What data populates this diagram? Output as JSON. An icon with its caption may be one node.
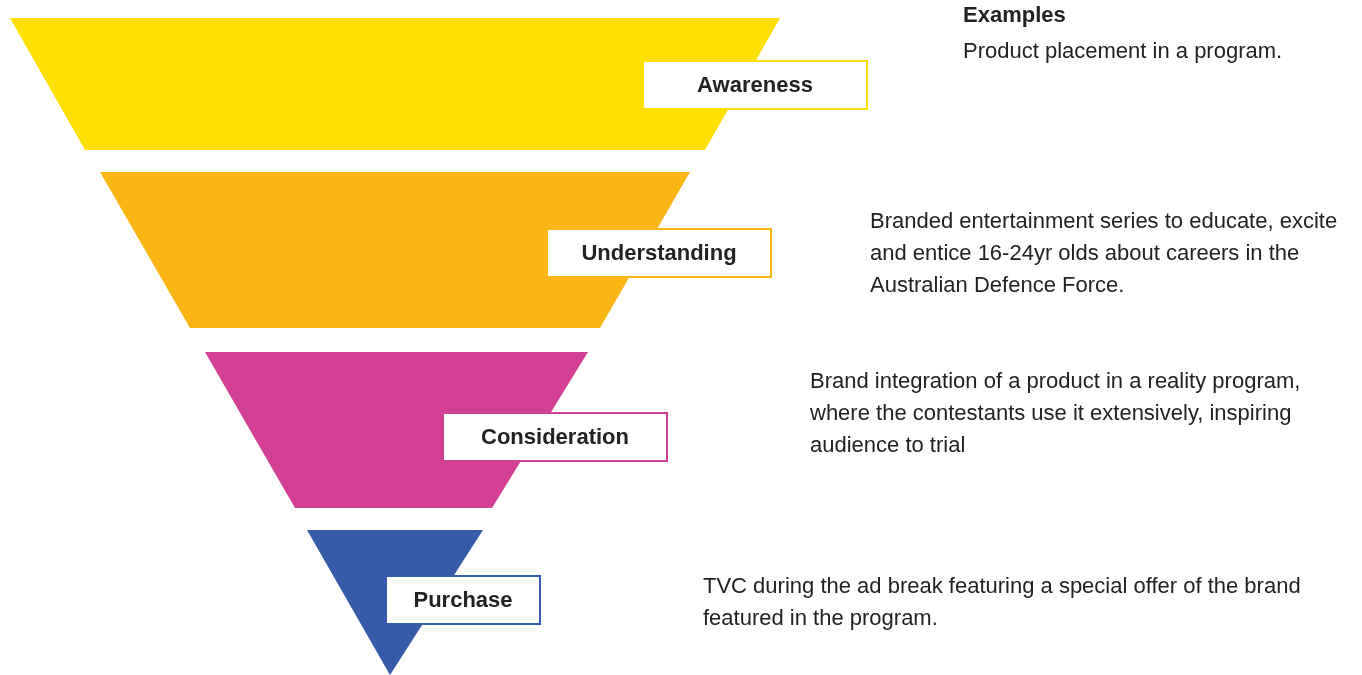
{
  "diagram": {
    "nodes": [
      {
        "text": [
          "Awareness"
        ]
      },
      {
        "text": [
          "Understanding"
        ]
      },
      {
        "text": [
          "Consideration"
        ]
      },
      {
        "text": [
          "Purchase"
        ]
      }
    ],
    "labels": [
      "Examples",
      "Product placement in a program.",
      "Branded entertainment series to educate, excite and entice 16-24yr olds about careers in the Australian Defence Force.",
      "Brand integration of a product in a reality program, where the contestants use it extensively, inspiring audience to trial",
      "TVC during the ad break featuring a special offer of the brand featured in the program."
    ]
  }
}
